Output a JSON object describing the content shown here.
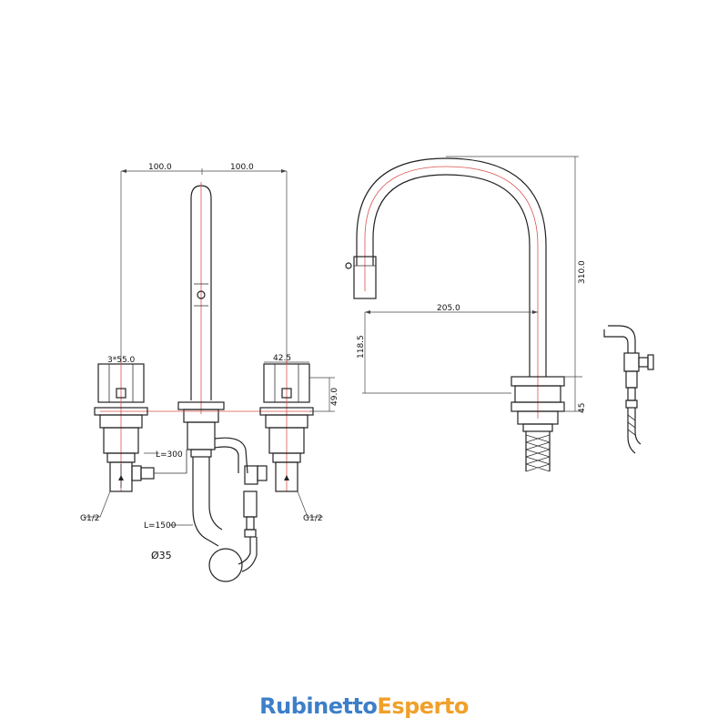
{
  "dimensions": {
    "spacing_left": "100.0",
    "spacing_right": "100.0",
    "handle_width": "3*55.0",
    "handle_width_right": "42.5",
    "handle_height": "49.0",
    "hose_short": "L=300",
    "hose_long": "L=1500",
    "hole_diameter": "Ø35",
    "thread_left": "G1/2",
    "thread_right": "G1/2",
    "spout_reach": "205.0",
    "spout_height": "310.0",
    "outlet_height": "118.5",
    "base_height": "45"
  },
  "brand": {
    "part1": "Rubinetto",
    "part2": "Esperto"
  },
  "colors": {
    "brand_blue": "#3d7fc9",
    "brand_orange": "#f0a02a",
    "centerline": "#d9534f"
  }
}
